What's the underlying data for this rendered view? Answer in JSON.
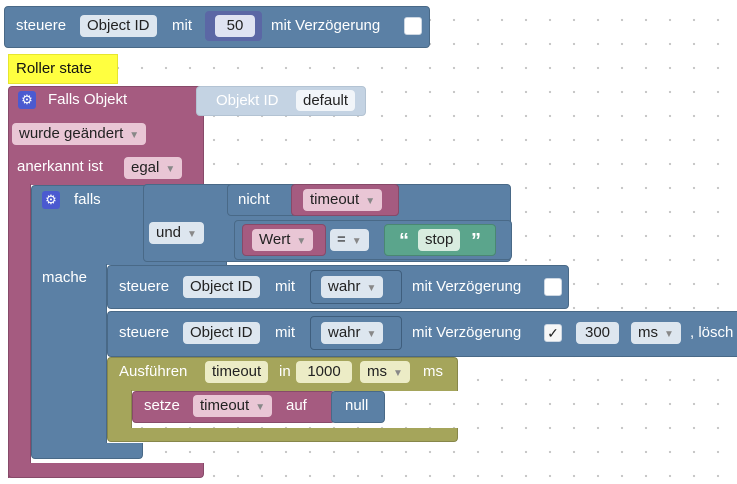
{
  "top_block": {
    "prefix": "steuere",
    "object_id": "Object ID",
    "mit": "mit",
    "value": "50",
    "delay_label": "mit Verzögerung"
  },
  "comment_block": {
    "text": "Roller state"
  },
  "trigger_block": {
    "title": "Falls Objekt",
    "object_label": "Objekt ID",
    "object_value": "default",
    "changed_dropdown": "wurde geändert",
    "ack_label": "anerkannt ist",
    "ack_dropdown": "egal"
  },
  "if_block": {
    "falls": "falls",
    "mache": "mache",
    "not_label": "nicht",
    "timeout_var": "timeout",
    "logic_op": "und",
    "value_var": "Wert",
    "compare_op": "=",
    "string_value": "stop",
    "quote_open": "“",
    "quote_close": "”"
  },
  "control1": {
    "prefix": "steuere",
    "object_id": "Object ID",
    "mit": "mit",
    "value": "wahr",
    "delay_label": "mit Verzögerung"
  },
  "control2": {
    "prefix": "steuere",
    "object_id": "Object ID",
    "mit": "mit",
    "value": "wahr",
    "delay_label": "mit Verzögerung",
    "checked_mark": "✓",
    "delay_value": "300",
    "unit": "ms",
    "clear_label": ", lösch"
  },
  "timeout_block": {
    "label": "Ausführen",
    "var": "timeout",
    "in_label": "in",
    "value": "1000",
    "unit_dropdown": "ms",
    "unit": "ms"
  },
  "set_block": {
    "label": "setze",
    "var": "timeout",
    "auf": "auf",
    "null_value": "null"
  },
  "icons": {
    "gear": "gear-icon"
  }
}
